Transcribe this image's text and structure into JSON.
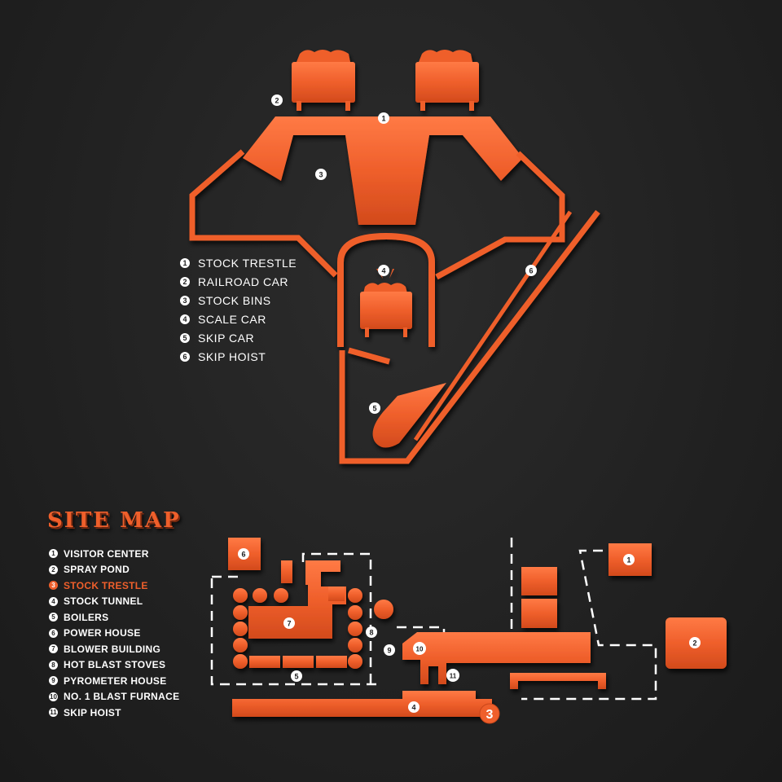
{
  "colors": {
    "accent": "#ef5f2b",
    "accent_dark": "#b8441c",
    "background": "#202020",
    "label": "#ffffff"
  },
  "furnace_legend": {
    "items": [
      {
        "num": "1",
        "label": "STOCK TRESTLE"
      },
      {
        "num": "2",
        "label": "RAILROAD CAR"
      },
      {
        "num": "3",
        "label": "STOCK BINS"
      },
      {
        "num": "4",
        "label": "SCALE CAR"
      },
      {
        "num": "5",
        "label": "SKIP CAR"
      },
      {
        "num": "6",
        "label": "SKIP HOIST"
      }
    ]
  },
  "site_map": {
    "title": "SITE MAP",
    "highlighted": "3",
    "items": [
      {
        "num": "1",
        "label": "VISITOR CENTER"
      },
      {
        "num": "2",
        "label": "SPRAY POND"
      },
      {
        "num": "3",
        "label": "STOCK TRESTLE"
      },
      {
        "num": "4",
        "label": "STOCK TUNNEL"
      },
      {
        "num": "5",
        "label": "BOILERS"
      },
      {
        "num": "6",
        "label": "POWER HOUSE"
      },
      {
        "num": "7",
        "label": "BLOWER BUILDING"
      },
      {
        "num": "8",
        "label": "HOT BLAST STOVES"
      },
      {
        "num": "9",
        "label": "PYROMETER HOUSE"
      },
      {
        "num": "10",
        "label": "NO. 1 BLAST FURNACE"
      },
      {
        "num": "11",
        "label": "SKIP HOIST"
      }
    ],
    "you_are_here": "3"
  },
  "map_markers": {
    "diagram": [
      "1",
      "2",
      "3",
      "4",
      "5",
      "6"
    ],
    "site": [
      "6",
      "1",
      "2",
      "7",
      "8",
      "9",
      "10",
      "5",
      "11",
      "4"
    ]
  }
}
